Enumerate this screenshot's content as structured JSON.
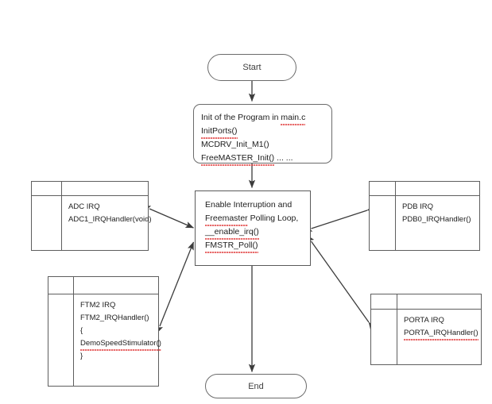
{
  "diagram": {
    "title": "Program flow with interrupt service routines",
    "colors": {
      "node_stroke": "#6b6b6b",
      "rect_stroke": "#5a5a5a",
      "edge": "#3c3c3c",
      "text": "#1d1d1d",
      "spellcheck": "#e03a3a",
      "background": "#ffffff"
    },
    "start": {
      "label": "Start"
    },
    "end": {
      "label": "End"
    },
    "init_box": {
      "lines": [
        {
          "prefix": "Init of the Program in ",
          "misspelled": "main.c",
          "suffix": ""
        },
        {
          "prefix": "",
          "misspelled": "InitPorts()",
          "suffix": ""
        },
        {
          "prefix": "MCDRV_Init_M1()",
          "misspelled": "",
          "suffix": ""
        },
        {
          "prefix": "",
          "misspelled": "FreeMASTER_Init()",
          "suffix": " ... ..."
        }
      ]
    },
    "main_loop_box": {
      "lines": [
        {
          "prefix": "Enable Interruption  and",
          "misspelled": "",
          "suffix": ""
        },
        {
          "prefix": "",
          "misspelled": "Freemaster",
          "suffix": " Polling Loop,"
        },
        {
          "prefix": "   ",
          "misspelled": "__enable_irq()",
          "suffix": ""
        },
        {
          "prefix": "",
          "misspelled": "FMSTR_Poll()",
          "suffix": ""
        }
      ]
    },
    "irq_handlers": [
      {
        "id": "adc",
        "lines": [
          {
            "text": "ADC IRQ",
            "misspelled": false
          },
          {
            "text": "ADC1_IRQHandler(void)",
            "misspelled": false
          }
        ]
      },
      {
        "id": "ftm2",
        "lines": [
          {
            "text": "FTM2 IRQ",
            "misspelled": false
          },
          {
            "text": "FTM2_IRQHandler()",
            "misspelled": false
          },
          {
            "text": "{",
            "misspelled": false
          },
          {
            "text": "DemoSpeedStimulator()",
            "misspelled": true
          },
          {
            "text": "}",
            "misspelled": false
          }
        ]
      },
      {
        "id": "pdb",
        "lines": [
          {
            "text": "PDB IRQ",
            "misspelled": false
          },
          {
            "text": "PDB0_IRQHandler()",
            "misspelled": false
          }
        ]
      },
      {
        "id": "porta",
        "lines": [
          {
            "text": "PORTA IRQ",
            "misspelled": false
          },
          {
            "text": "PORTA_IRQHandler()",
            "misspelled": true
          }
        ]
      }
    ],
    "connectors": [
      {
        "id": "start-to-init",
        "from": "start",
        "to": "init_box",
        "arrowheads": "end"
      },
      {
        "id": "init-to-main",
        "from": "init_box",
        "to": "main_loop_box",
        "arrowheads": "end"
      },
      {
        "id": "main-to-end",
        "from": "main_loop_box",
        "to": "end",
        "arrowheads": "end"
      },
      {
        "id": "adc-main",
        "from": "adc",
        "to": "main_loop_box",
        "arrowheads": "both"
      },
      {
        "id": "ftm2-main",
        "from": "ftm2",
        "to": "main_loop_box",
        "arrowheads": "both"
      },
      {
        "id": "pdb-main",
        "from": "pdb",
        "to": "main_loop_box",
        "arrowheads": "both"
      },
      {
        "id": "porta-main",
        "from": "porta",
        "to": "main_loop_box",
        "arrowheads": "both"
      }
    ]
  }
}
